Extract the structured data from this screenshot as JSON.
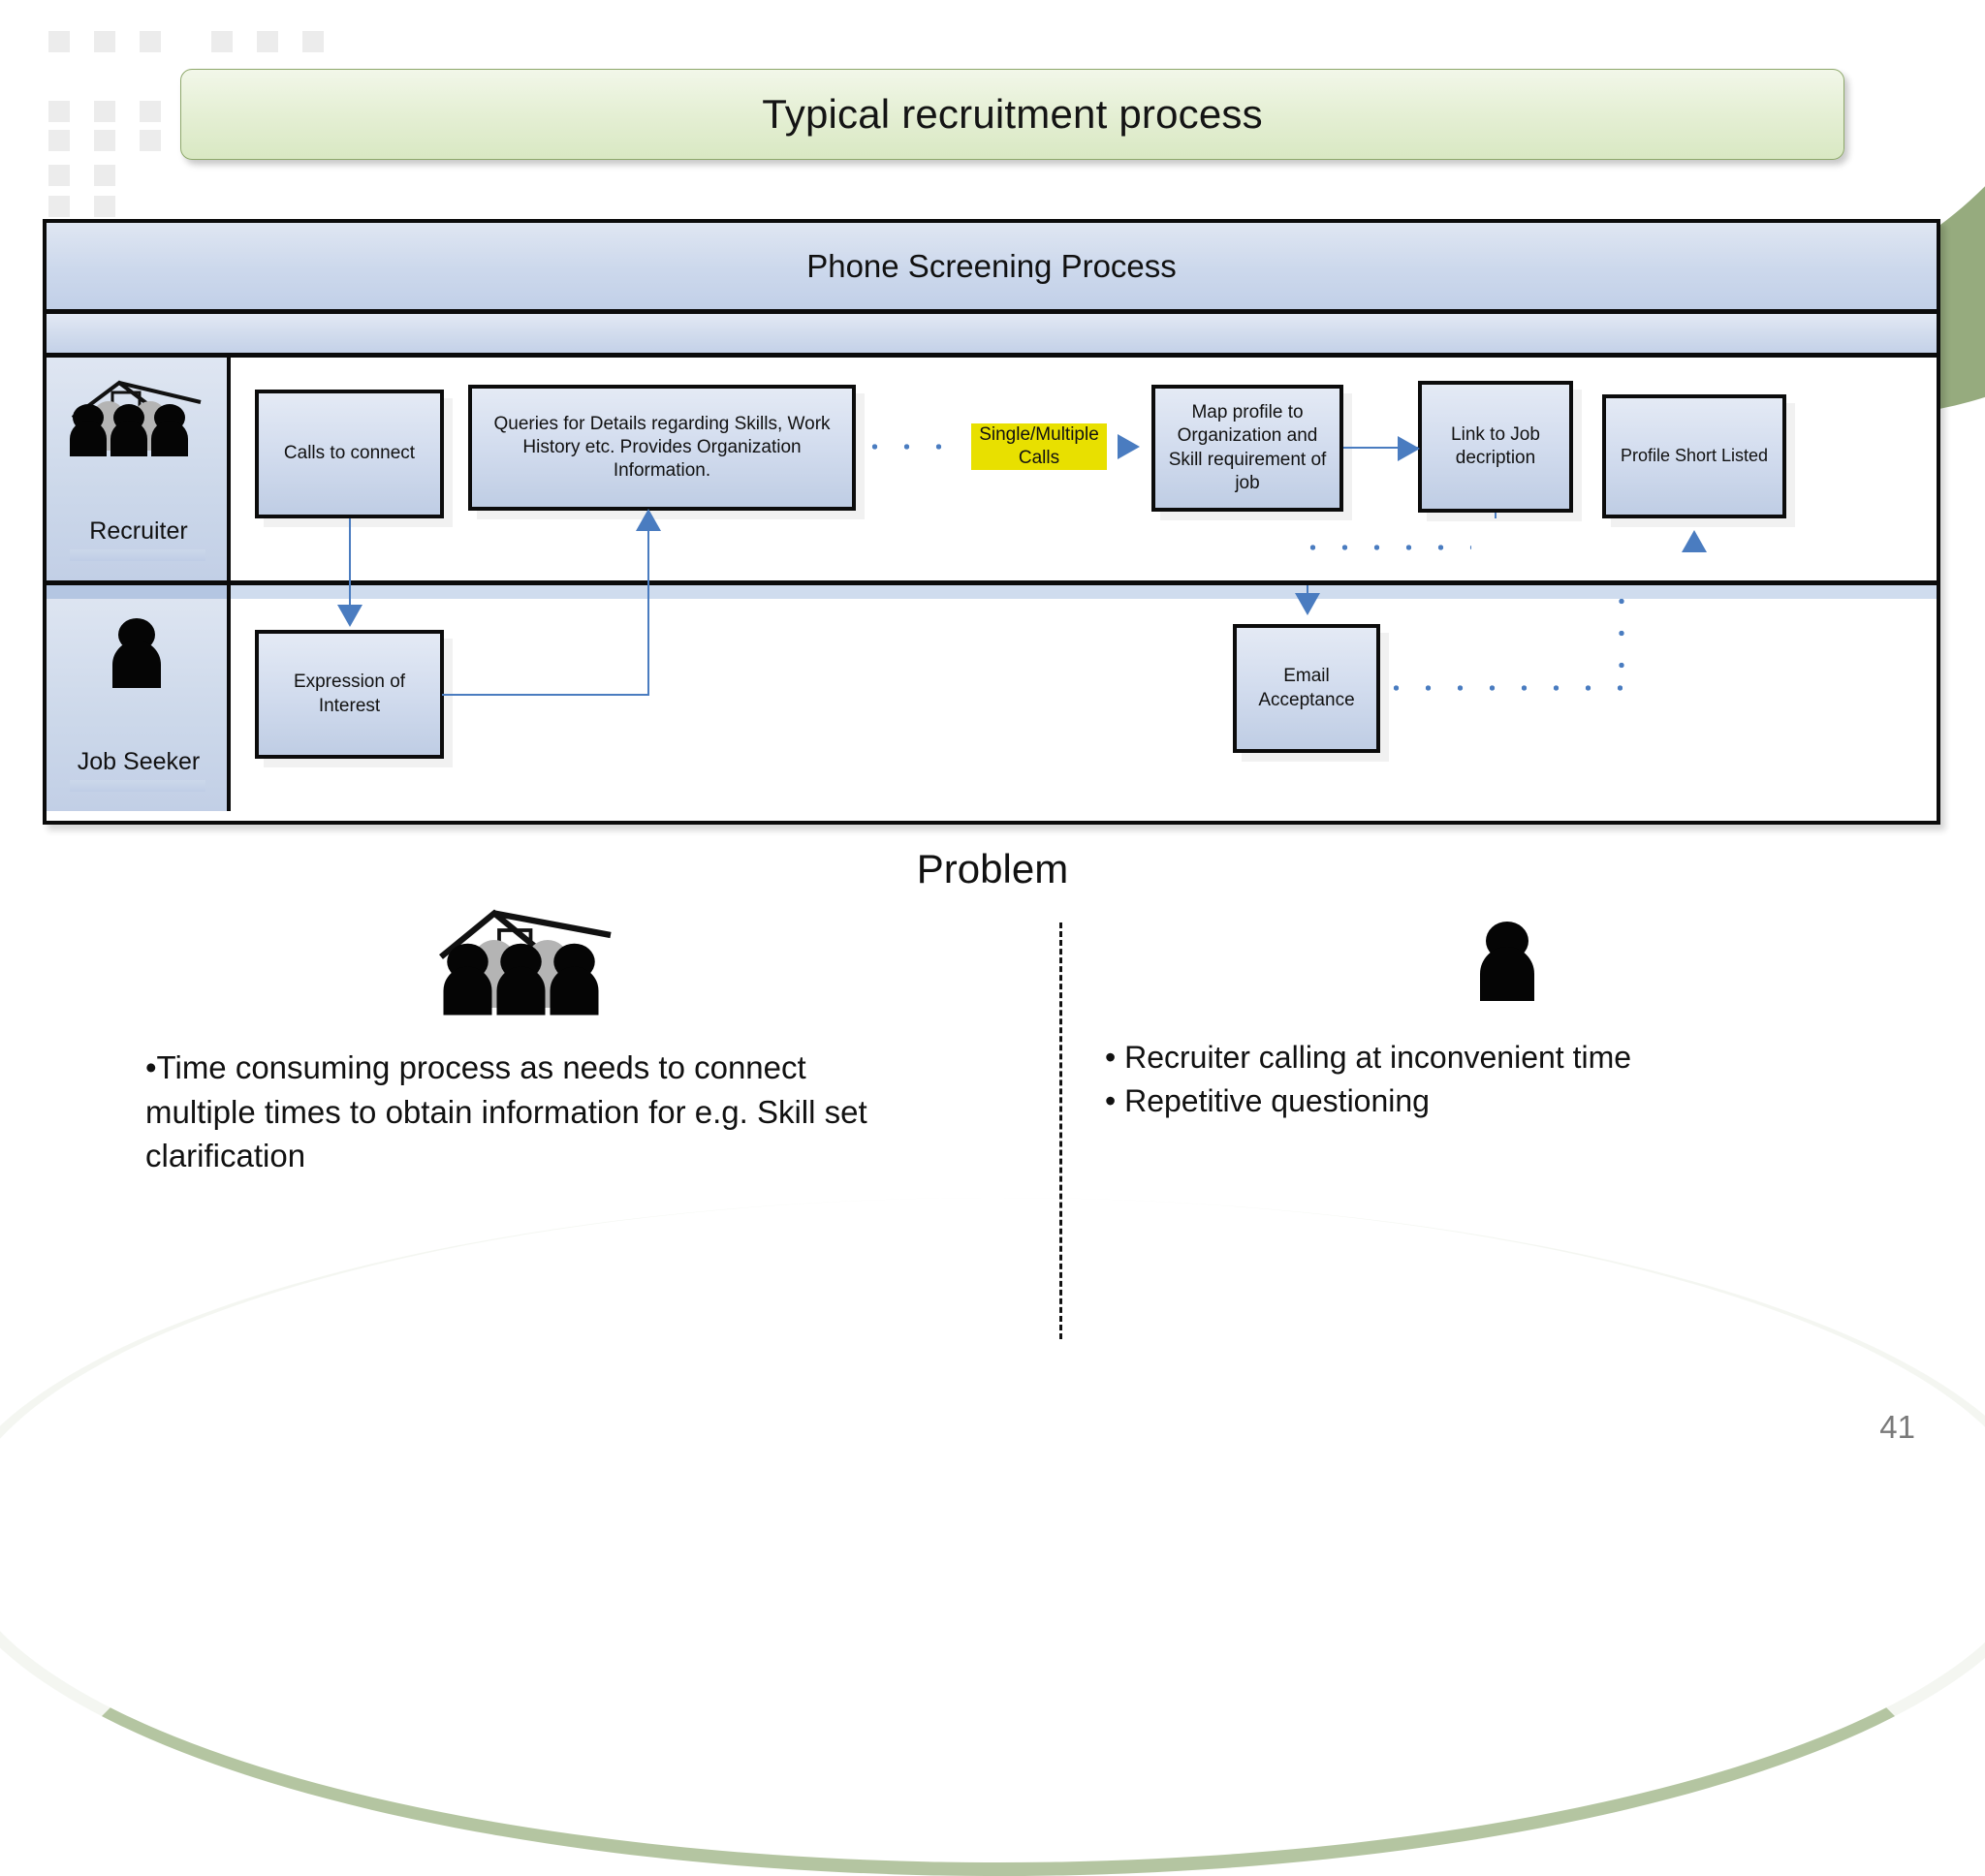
{
  "slide": {
    "title": "Typical recruitment process",
    "page_number": "41"
  },
  "diagram": {
    "title": "Phone Screening Process",
    "lanes": [
      {
        "id": "recruiter",
        "label": "Recruiter",
        "icon": "group-of-people-icon",
        "boxes": [
          {
            "id": "calls-to-connect",
            "label": "Calls to connect"
          },
          {
            "id": "queries-for-details",
            "label": "Queries for Details regarding Skills, Work History etc. Provides Organization Information."
          },
          {
            "id": "map-profile",
            "label": "Map profile to Organization and Skill requirement of job"
          },
          {
            "id": "link-to-job",
            "label": "Link to Job decription"
          },
          {
            "id": "profile-shortlisted",
            "label": "Profile Short Listed"
          }
        ],
        "highlight": {
          "id": "single-multiple-calls",
          "label": "Single/Multiple Calls",
          "color": "#e8e000"
        }
      },
      {
        "id": "job-seeker",
        "label": "Job Seeker",
        "icon": "single-person-icon",
        "boxes": [
          {
            "id": "expression-of-interest",
            "label": "Expression of Interest"
          },
          {
            "id": "email-acceptance",
            "label": "Email Acceptance"
          }
        ]
      }
    ]
  },
  "problem": {
    "heading": "Problem",
    "left": {
      "icon": "group-of-people-icon",
      "text": "•Time consuming process as  needs to connect multiple times to obtain information for e.g. Skill set clarification"
    },
    "right": {
      "icon": "single-person-icon",
      "line1": "• Recruiter calling at inconvenient time",
      "line2": "• Repetitive questioning"
    }
  },
  "colors": {
    "accent_green": "#96ab7e",
    "banner_green": "#d9e8c3",
    "lane_blue": "#c2d0e8",
    "connector_blue": "#4a7cc0",
    "highlight_yellow": "#e8e000"
  }
}
